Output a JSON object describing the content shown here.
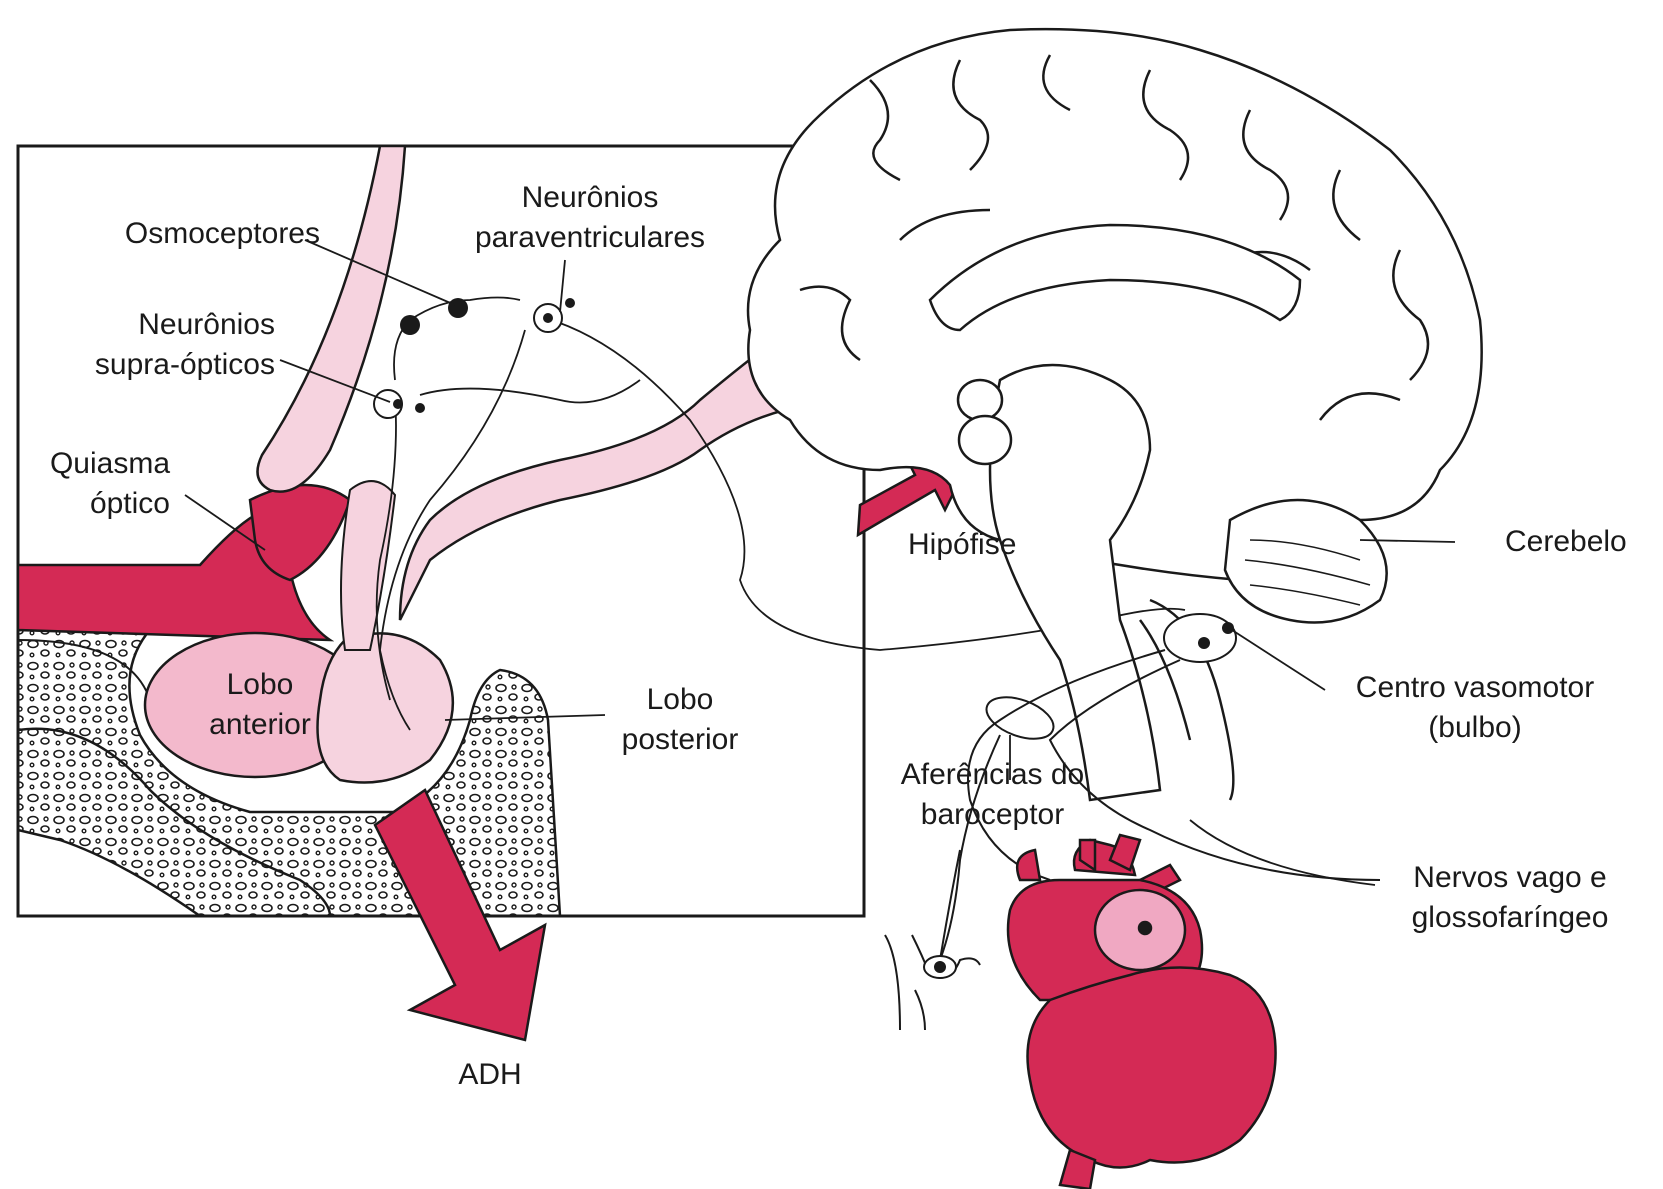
{
  "labels": {
    "osmoceptores": "Osmoceptores",
    "neuronios_paraventriculares": [
      "Neurônios",
      "paraventriculares"
    ],
    "neuronios_supraopticos": [
      "Neurônios",
      "supra-ópticos"
    ],
    "quiasma_optico": [
      "Quiasma",
      "óptico"
    ],
    "lobo_anterior": [
      "Lobo",
      "anterior"
    ],
    "lobo_posterior": [
      "Lobo",
      "posterior"
    ],
    "adh": "ADH",
    "hipofise": "Hipófise",
    "cerebelo": "Cerebelo",
    "centro_vasomotor": [
      "Centro vasomotor",
      "(bulbo)"
    ],
    "aferencias_baroceptor": [
      "Aferências do",
      "baroceptor"
    ],
    "nervos_vago": [
      "Nervos vago e",
      "glossofaríngeo"
    ]
  },
  "colors": {
    "accent": "#d42a55",
    "pink_light": "#f6d3df",
    "pink_mid": "#ee9fb9",
    "outline": "#1a1a1a"
  }
}
